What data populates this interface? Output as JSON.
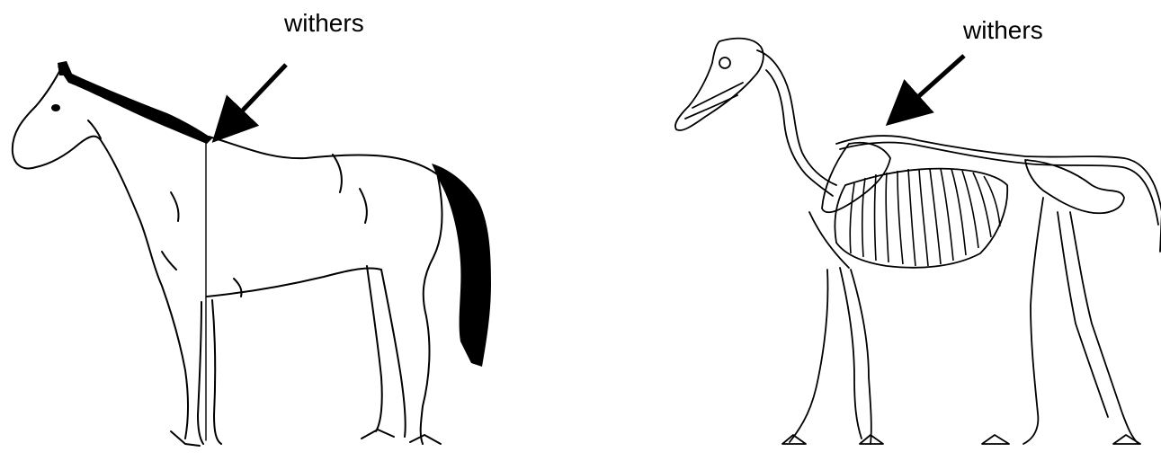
{
  "diagrams": [
    {
      "label": "withers",
      "figure": "horse-outline"
    },
    {
      "label": "withers",
      "figure": "horse-skeleton"
    }
  ],
  "colors": {
    "ink": "#000000",
    "background": "#ffffff"
  }
}
